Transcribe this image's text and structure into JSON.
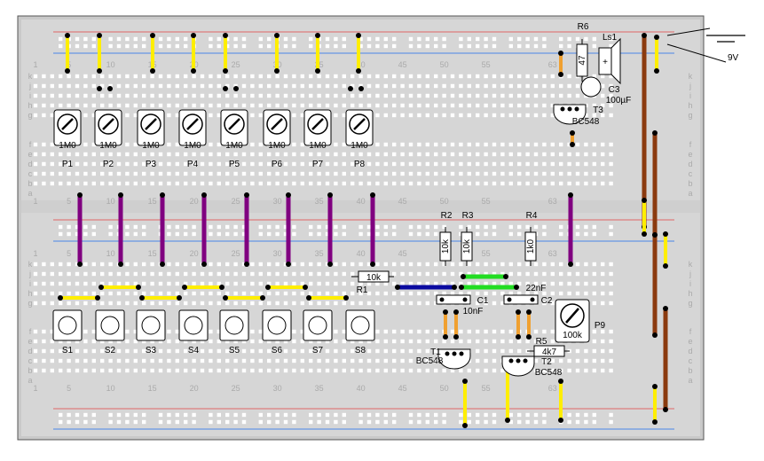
{
  "pots": [
    {
      "name": "P1",
      "value": "1M0"
    },
    {
      "name": "P2",
      "value": "1M0"
    },
    {
      "name": "P3",
      "value": "1M0"
    },
    {
      "name": "P4",
      "value": "1M0"
    },
    {
      "name": "P5",
      "value": "1M0"
    },
    {
      "name": "P6",
      "value": "1M0"
    },
    {
      "name": "P7",
      "value": "1M0"
    },
    {
      "name": "P8",
      "value": "1M0"
    }
  ],
  "switches": [
    "S1",
    "S2",
    "S3",
    "S4",
    "S5",
    "S6",
    "S7",
    "S8"
  ],
  "resistors": {
    "R1": {
      "name": "R1",
      "value": "10k"
    },
    "R2": {
      "name": "R2",
      "value": "10k"
    },
    "R3": {
      "name": "R3",
      "value": "10k"
    },
    "R4": {
      "name": "R4",
      "value": "1k0"
    },
    "R5": {
      "name": "R5",
      "value": "4k7"
    },
    "R6": {
      "name": "R6",
      "value": "47"
    }
  },
  "capacitors": {
    "C1": {
      "name": "C1",
      "value": "10nF"
    },
    "C2": {
      "name": "C2",
      "value": "22nF"
    },
    "C3": {
      "name": "C3",
      "value": "100µF"
    }
  },
  "transistors": {
    "T1": {
      "name": "T1",
      "type": "BC548"
    },
    "T2": {
      "name": "T2",
      "type": "BC548"
    },
    "T3": {
      "name": "T3",
      "type": "BC548"
    }
  },
  "trimmer": {
    "name": "P9",
    "value": "100k"
  },
  "speaker": {
    "name": "Ls1",
    "polarity": "+"
  },
  "battery": {
    "label": "9V"
  },
  "board": {
    "column_numbers": [
      "1",
      "5",
      "10",
      "15",
      "20",
      "25",
      "30",
      "35",
      "40",
      "45",
      "50",
      "55",
      "63"
    ],
    "row_letters_top": [
      "k",
      "j",
      "i",
      "h",
      "g"
    ],
    "row_letters_bottom": [
      "f",
      "e",
      "d",
      "c",
      "b",
      "a"
    ]
  }
}
